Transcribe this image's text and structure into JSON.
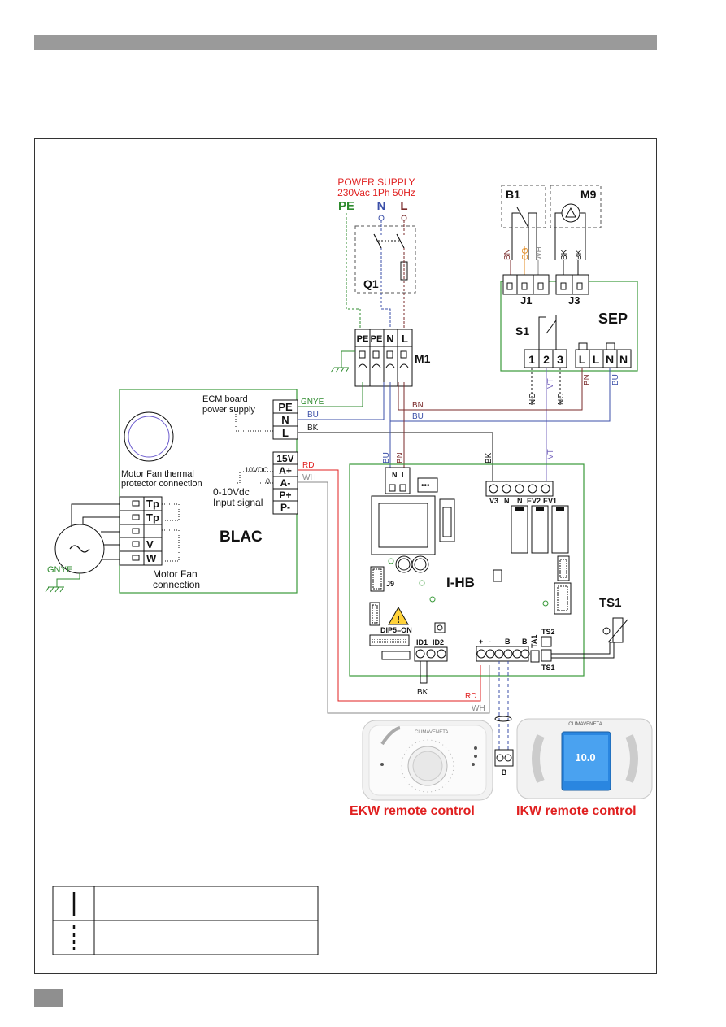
{
  "power_supply": {
    "title": "POWER SUPPLY",
    "spec": "230Vac 1Ph 50Hz",
    "pe": "PE",
    "n": "N",
    "l": "L"
  },
  "q1": "Q1",
  "m1": {
    "label": "M1",
    "terminals": [
      "PE",
      "PE",
      "N",
      "L"
    ]
  },
  "b1": "B1",
  "m9": "M9",
  "j1": {
    "label": "J1",
    "wires": [
      "BN",
      "OG",
      "WH"
    ]
  },
  "j3": {
    "label": "J3",
    "wires": [
      "BK",
      "BK"
    ]
  },
  "sep": {
    "label": "SEP",
    "s1": "S1",
    "terminals": [
      "1",
      "2",
      "3",
      "L",
      "L",
      "N",
      "N"
    ],
    "wires": [
      "NO",
      "VT",
      "NC",
      "BN",
      "BU"
    ]
  },
  "blac": {
    "label": "BLAC",
    "ecm_label_1": "ECM board",
    "ecm_label_2": "power supply",
    "terminals_top": [
      "PE",
      "N",
      "L"
    ],
    "terminals_sig": [
      "15V",
      "A+",
      "A-",
      "P+",
      "P-"
    ],
    "sig_10v": "10VDC",
    "sig_0": "0",
    "sig_label_1": "0-10Vdc",
    "sig_label_2": "Input signal",
    "thermal_1": "Motor Fan thermal",
    "thermal_2": "protector connection",
    "motor_terminals": [
      "Tp",
      "Tp",
      "",
      "V",
      "W"
    ],
    "motor_1": "Motor Fan",
    "motor_2": "connection"
  },
  "wires": {
    "gnye": "GNYE",
    "bu": "BU",
    "bn": "BN",
    "bk": "BK",
    "rd": "RD",
    "wh": "WH",
    "vt": "VT"
  },
  "ihb": {
    "label": "I-HB",
    "nl": [
      "N",
      "L"
    ],
    "out_terminals": [
      "V3",
      "N",
      "N",
      "EV2",
      "EV1"
    ],
    "j9": "J9",
    "dip": "DIP5=ON",
    "id": [
      "ID1",
      "ID2"
    ],
    "bus": [
      "+",
      "-",
      "B",
      "B"
    ],
    "ta1": "TA1",
    "ts2": "TS2",
    "ts1": "TS1"
  },
  "ts1_sensor": "TS1",
  "bus_b": "B",
  "remote": {
    "ekw": "EKW remote control",
    "ikw": "IKW remote control",
    "brand": "CLIMAVENETA",
    "lcd_value": "10.0"
  },
  "colors": {
    "red": "#e02020",
    "green": "#2e8b2e",
    "blue": "#3b4fa8",
    "brown": "#7a2a2a",
    "border_green": "#3a9a3a"
  }
}
